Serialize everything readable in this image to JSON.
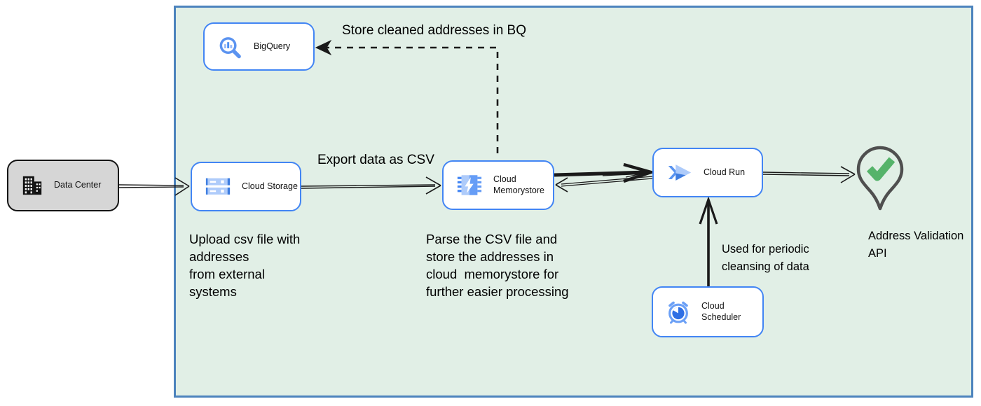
{
  "nodes": {
    "data_center": {
      "label": "Data Center"
    },
    "bigquery": {
      "label": "BigQuery"
    },
    "cloud_storage": {
      "label": "Cloud Storage"
    },
    "cloud_memorystore": {
      "label": "Cloud Memorystore"
    },
    "cloud_run": {
      "label": "Cloud Run"
    },
    "cloud_scheduler": {
      "label": "Cloud Scheduler"
    },
    "address_validation_api": {
      "label": "Address Validation API"
    }
  },
  "annotations": {
    "store_bq": "Store cleaned addresses in BQ",
    "export_csv": "Export data as CSV",
    "upload_note": "Upload csv file with\naddresses\nfrom external\nsystems",
    "parse_note": "Parse the CSV file and\nstore the addresses in\ncloud  memorystore for\nfurther easier processing",
    "periodic_note": "Used for periodic\ncleansing of data"
  },
  "icons": {
    "data_center": "building-icon",
    "bigquery": "magnifier-chart-icon",
    "cloud_storage": "storage-bars-icon",
    "cloud_memorystore": "memory-chip-bolt-icon",
    "cloud_run": "double-chevron-icon",
    "cloud_scheduler": "alarm-clock-icon",
    "address_validation_api": "map-pin-check-icon"
  },
  "colors": {
    "boundary_fill": "#e1efe6",
    "boundary_border": "#4c83bd",
    "node_border": "#4285f4",
    "icon_blue": "#4285f4",
    "icon_blue_mid": "#669df6",
    "icon_blue_light": "#aecbfa",
    "datacenter_fill": "#d6d6d6",
    "check_green": "#55b36a",
    "pin_outline": "#4f4f4f",
    "arrow_black": "#1a1a1a"
  }
}
